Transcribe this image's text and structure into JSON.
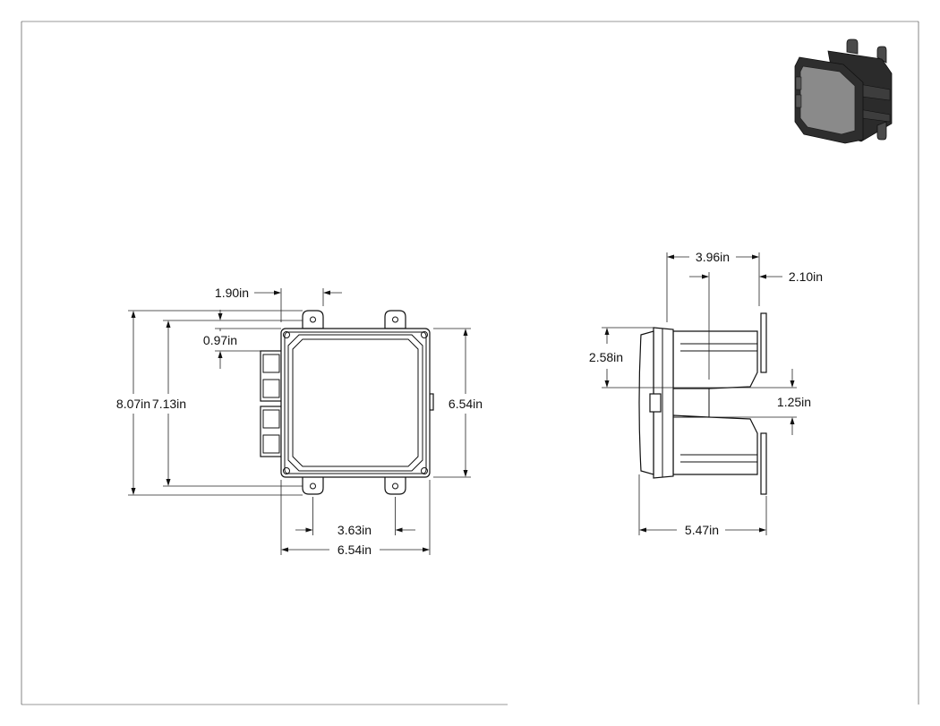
{
  "front_view": {
    "dims": {
      "tab_offset": "1.90in",
      "tab_height": "0.97in",
      "overall_height": "8.07in",
      "tab_span_height": "7.13in",
      "body_height": "6.54in",
      "hole_spacing": "3.63in",
      "body_width": "6.54in"
    }
  },
  "side_view": {
    "dims": {
      "depth_a": "3.96in",
      "flange_offset": "2.10in",
      "upper_height": "2.58in",
      "slot_height": "1.25in",
      "overall_depth": "5.47in"
    }
  },
  "colors": {
    "line": "#111111",
    "iso_dark": "#2b2b2b",
    "iso_face": "#8a8a8a"
  }
}
